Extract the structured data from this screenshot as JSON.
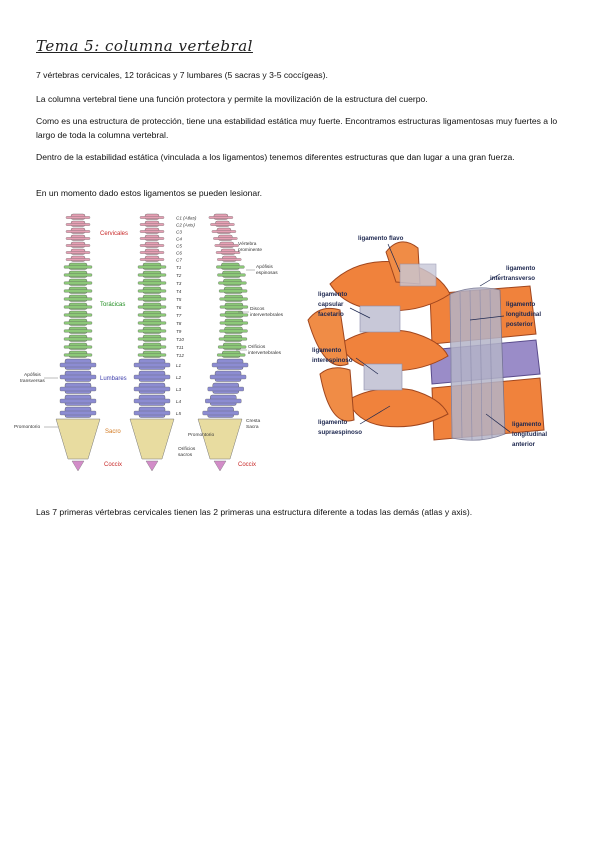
{
  "title": "Tema 5: columna vertebral",
  "paragraphs": {
    "p1": "7 vértebras cervicales, 12 torácicas y 7 lumbares (5 sacras y 3-5 coccígeas).",
    "p2": "La columna vertebral tiene una función protectora y permite la movilización de la estructura del cuerpo.",
    "p3": "Como es una estructura de protección, tiene una estabilidad estática muy fuerte. Encontramos estructuras ligamentosas muy fuertes a lo largo de toda la columna vertebral.",
    "p4": "Dentro de la estabilidad estática (vinculada a los ligamentos) tenemos diferentes estructuras que dan lugar a una gran fuerza.",
    "p5": "En un momento dado estos ligamentos se pueden lesionar.",
    "p6": "Las 7 primeras vértebras cervicales tienen las 2 primeras una estructura diferente a todas las demás (atlas y axis)."
  },
  "spine_figure": {
    "regions": {
      "cervicales": "Cervicales",
      "toracicas": "Torácicas",
      "lumbares": "Lumbares",
      "sacro": "Sacro",
      "coccix": "Coccix"
    },
    "left_labels": {
      "apofisis_transversas_1": "Apófisis",
      "apofisis_transversas_2": "transversas",
      "promontorio": "Promontorio"
    },
    "levels": [
      "C1 (Atlas)",
      "C2 (Axis)",
      "C3",
      "C4",
      "C5",
      "C6",
      "C7",
      "T1",
      "T2",
      "T3",
      "T4",
      "T5",
      "T6",
      "T7",
      "T8",
      "T9",
      "T10",
      "T11",
      "T12",
      "L1",
      "L2",
      "L3",
      "L4",
      "L5"
    ],
    "right_labels": {
      "vertebra_prominente_1": "Vértebra",
      "vertebra_prominente_2": "prominente",
      "apofisis_espinosas_1": "Apófisis",
      "apofisis_espinosas_2": "espinosas",
      "discos_1": "Discos",
      "discos_2": "intervertebrales",
      "orificios_1": "Orificios",
      "orificios_2": "intervertebrales",
      "cresta_1": "Cresta",
      "cresta_2": "Sacra",
      "promontorio": "Promontorio",
      "orificios_sacros_1": "Orificios",
      "orificios_sacros_2": "sacros",
      "coccix": "Coccix"
    },
    "colors": {
      "cervical": "#e6a0b4",
      "thoracic": "#8cc878",
      "lumbar": "#8c8cd2",
      "sacral": "#e8dca0",
      "label_red": "#c82828",
      "label_orange": "#d2781e"
    }
  },
  "ligament_figure": {
    "labels": {
      "flavo": "ligamento flavo",
      "intertransverso_1": "ligamento",
      "intertransverso_2": "intertransverso",
      "capsular_1": "ligamento",
      "capsular_2": "capsular",
      "capsular_3": "facetario",
      "long_post_1": "ligamento",
      "long_post_2": "longitudinal",
      "long_post_3": "posterior",
      "interespinoso_1": "ligamento",
      "interespinoso_2": "interespinoso",
      "supraespinoso_1": "ligamento",
      "supraespinoso_2": "supraespinoso",
      "long_ant_1": "ligamento",
      "long_ant_2": "longitudinal",
      "long_ant_3": "anterior"
    },
    "colors": {
      "bone": "#f0823c",
      "bone_dark": "#c8561e",
      "ligament": "#b4b4c8",
      "label": "#1e2850"
    }
  }
}
